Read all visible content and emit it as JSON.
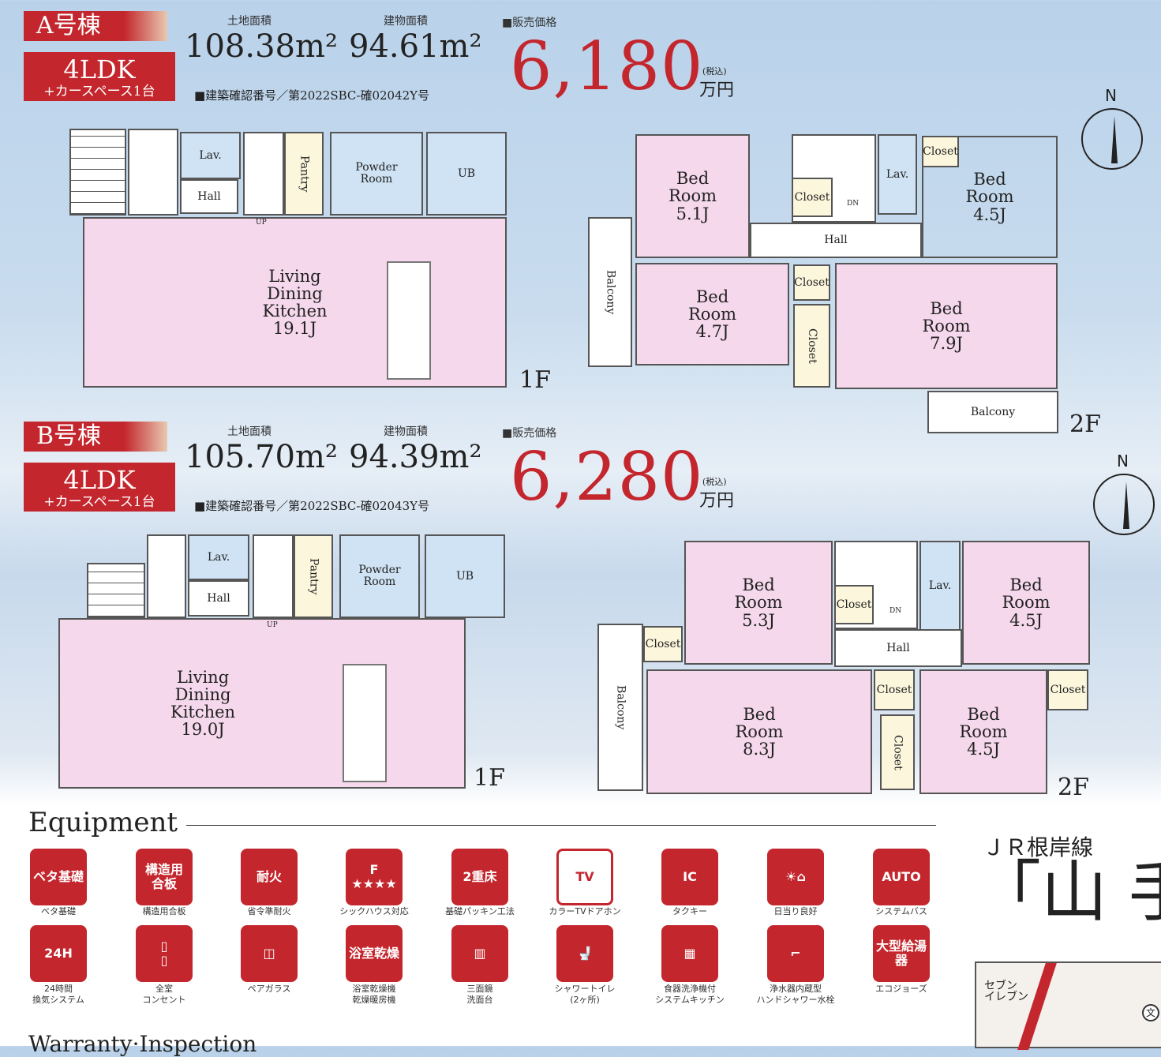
{
  "a": {
    "name": "A号棟",
    "layout": "4LDK",
    "parking": "+カースペース1台",
    "land_label": "土地面積",
    "land": "108.38m²",
    "building_label": "建物面積",
    "building": "94.61m²",
    "price_label": "■販売価格",
    "price": "6,180",
    "tax": "(税込)",
    "unit": "万円",
    "cert": "■建築確認番号／第2022SBC-確02042Y号",
    "f1": {
      "label": "1F",
      "rooms": [
        "Lav.",
        "Hall",
        "Pantry",
        "Powder\nRoom",
        "UB",
        "Living\nDining\nKitchen\n19.1J",
        "UP"
      ]
    },
    "f2": {
      "label": "2F",
      "rooms": [
        "Bed\nRoom\n5.1J",
        "Closet",
        "DN",
        "Lav.",
        "Closet",
        "Bed\nRoom\n4.5J",
        "Hall",
        "Bed\nRoom\n4.7J",
        "Closet",
        "Closet",
        "Bed\nRoom\n7.9J",
        "Balcony",
        "Balcony"
      ]
    }
  },
  "b": {
    "name": "B号棟",
    "layout": "4LDK",
    "parking": "+カースペース1台",
    "land_label": "土地面積",
    "land": "105.70m²",
    "building_label": "建物面積",
    "building": "94.39m²",
    "price_label": "■販売価格",
    "price": "6,280",
    "tax": "(税込)",
    "unit": "万円",
    "cert": "■建築確認番号／第2022SBC-確02043Y号",
    "f1": {
      "label": "1F",
      "rooms": [
        "Lav.",
        "Hall",
        "Pantry",
        "Powder\nRoom",
        "UB",
        "Living\nDining\nKitchen\n19.0J",
        "UP"
      ]
    },
    "f2": {
      "label": "2F",
      "rooms": [
        "Bed\nRoom\n5.3J",
        "Closet",
        "Closet",
        "DN",
        "Lav.",
        "Bed\nRoom\n4.5J",
        "Hall",
        "Bed\nRoom\n8.3J",
        "Closet",
        "Closet",
        "Bed\nRoom\n4.5J",
        "Closet",
        "Balcony"
      ]
    }
  },
  "compass": "N",
  "equipment": {
    "title": "Equipment",
    "items": [
      {
        "icon": "grid",
        "glyph": "ベタ基礎",
        "label": "ベタ基礎"
      },
      {
        "icon": "plywood",
        "glyph": "構造用\n合板",
        "label": "構造用合板"
      },
      {
        "icon": "fire",
        "glyph": "耐火",
        "label": "省令準耐火"
      },
      {
        "icon": "f-star",
        "glyph": "F\n★★★★",
        "label": "シックハウス対応"
      },
      {
        "icon": "floor",
        "glyph": "2重床",
        "label": "基礎パッキン工法"
      },
      {
        "icon": "intercom",
        "glyph": "TV",
        "label": "カラーTVドアホン"
      },
      {
        "icon": "key",
        "glyph": "IC",
        "label": "タクキー"
      },
      {
        "icon": "sun-house",
        "glyph": "☀⌂",
        "label": "日当り良好"
      },
      {
        "icon": "bath",
        "glyph": "AUTO",
        "label": "システムバス"
      },
      {
        "icon": "ventilation",
        "glyph": "24H",
        "label": "24時間\n換気システム"
      },
      {
        "icon": "outlet",
        "glyph": "▯\n▯",
        "label": "全室\nコンセント"
      },
      {
        "icon": "window",
        "glyph": "◫",
        "label": "ペアガラス"
      },
      {
        "icon": "dryer",
        "glyph": "浴室乾燥",
        "label": "浴室乾燥機\n乾燥暖房機"
      },
      {
        "icon": "mirror",
        "glyph": "▥",
        "label": "三面鏡\n洗面台"
      },
      {
        "icon": "toilet",
        "glyph": "🚽",
        "label": "シャワートイレ\n(2ヶ所)"
      },
      {
        "icon": "kitchen",
        "glyph": "▦",
        "label": "食器洗浄機付\nシステムキッチン"
      },
      {
        "icon": "faucet",
        "glyph": "⌐",
        "label": "浄水器内蔵型\nハンドシャワー水栓"
      },
      {
        "icon": "boiler",
        "glyph": "大型給湯器",
        "label": "エコジョーズ"
      }
    ]
  },
  "warranty": "Warranty·Inspection",
  "station": {
    "line": "ＪＲ根岸線",
    "name": "「山 手"
  },
  "map": {
    "store": "セブン\nイレブン",
    "school": "文"
  }
}
